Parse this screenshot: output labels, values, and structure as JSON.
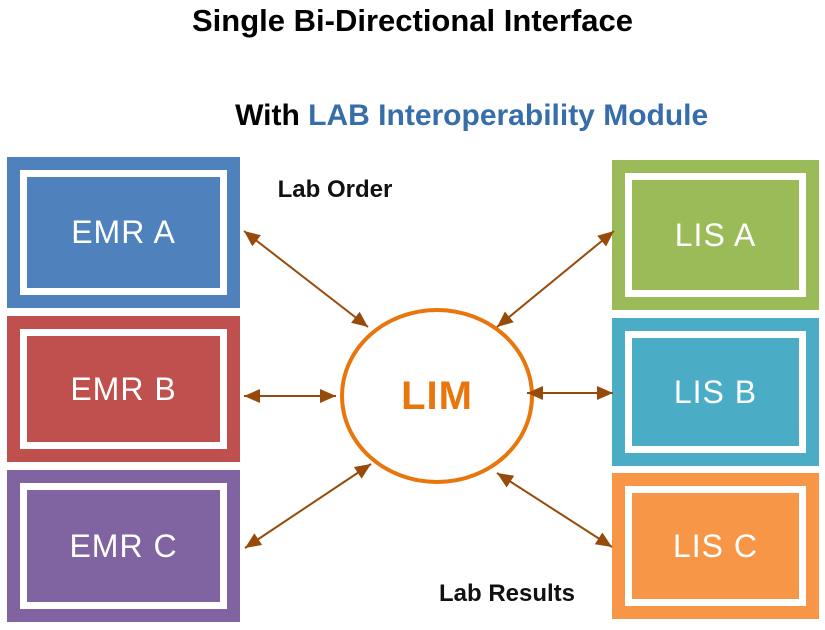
{
  "title": {
    "line1": "Single Bi-Directional Interface",
    "line2_prefix": "With ",
    "line2_highlight": "LAB Interoperability Module"
  },
  "flow_labels": {
    "lab_order": "Lab Order",
    "lab_results": "Lab Results"
  },
  "hub": {
    "label": "LIM",
    "color": "#E8760D"
  },
  "nodes": {
    "emr": [
      {
        "label": "EMR A",
        "color": "#4F81BD"
      },
      {
        "label": "EMR B",
        "color": "#C0504D"
      },
      {
        "label": "EMR C",
        "color": "#8064A2"
      }
    ],
    "lis": [
      {
        "label": "LIS A",
        "color": "#9BBB59"
      },
      {
        "label": "LIS B",
        "color": "#4BACC6"
      },
      {
        "label": "LIS C",
        "color": "#F79646"
      }
    ]
  },
  "connections": [
    {
      "from": "EMR A",
      "to": "LIM",
      "bidirectional": true
    },
    {
      "from": "EMR B",
      "to": "LIM",
      "bidirectional": true
    },
    {
      "from": "EMR C",
      "to": "LIM",
      "bidirectional": true
    },
    {
      "from": "LIS A",
      "to": "LIM",
      "bidirectional": true
    },
    {
      "from": "LIS B",
      "to": "LIM",
      "bidirectional": true
    },
    {
      "from": "LIS C",
      "to": "LIM",
      "bidirectional": true
    }
  ],
  "colors": {
    "subtitle_accent": "#376DA9",
    "arrow": "#974B0A",
    "node_text": "#FFFFFF",
    "title_text": "#000000"
  }
}
